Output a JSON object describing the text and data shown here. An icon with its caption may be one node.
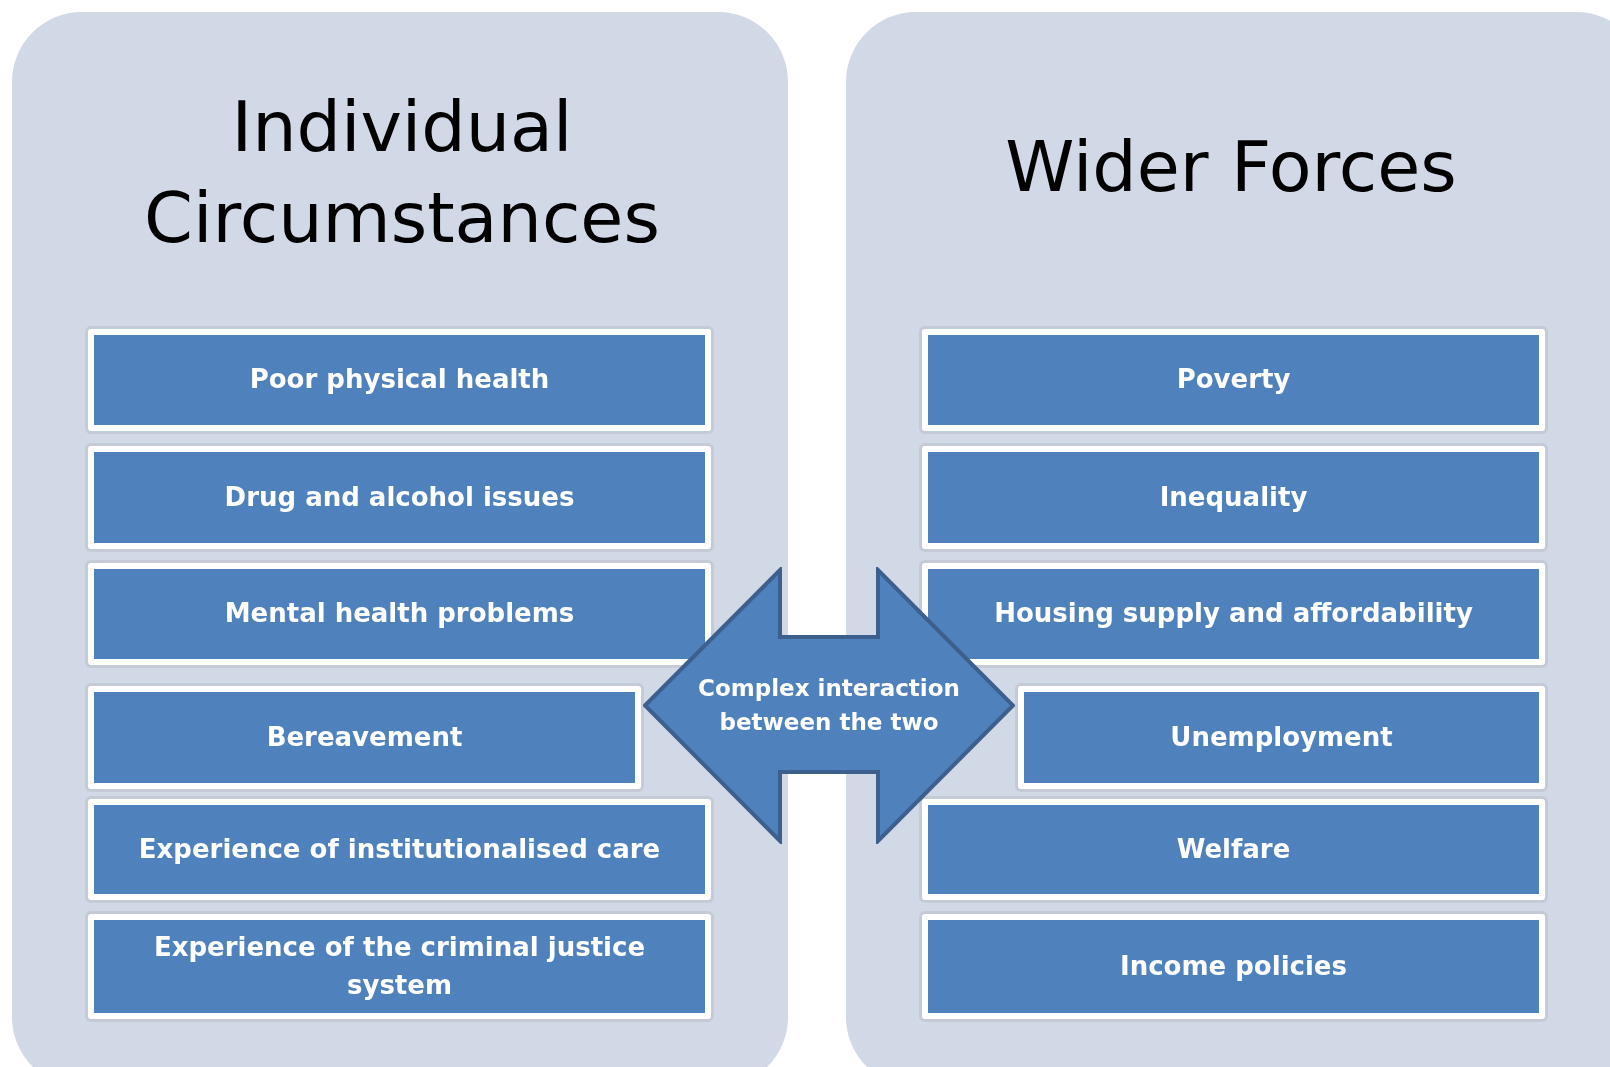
{
  "diagram": {
    "nodes": [
      {
        "text": [
          "Individual Circumstances"
        ]
      },
      {
        "text": [
          "Poor physical health"
        ],
        "in": 0
      },
      {
        "text": [
          "Drug and alcohol issues"
        ],
        "in": 0
      },
      {
        "text": [
          "Mental health problems"
        ],
        "in": 0
      },
      {
        "text": [
          "Bereavement"
        ],
        "in": 0
      },
      {
        "text": [
          "Experience of institutionalised care"
        ],
        "in": 0
      },
      {
        "text": [
          "Experience of the criminal justice system"
        ],
        "in": 0
      },
      {
        "text": [
          "Wider Forces"
        ]
      },
      {
        "text": [
          "Poverty"
        ],
        "in": 7
      },
      {
        "text": [
          "Inequality"
        ],
        "in": 7
      },
      {
        "text": [
          "Housing supply and affordability"
        ],
        "in": 7
      },
      {
        "text": [
          "Unemployment"
        ],
        "in": 7
      },
      {
        "text": [
          "Welfare"
        ],
        "in": 7
      },
      {
        "text": [
          "Income policies"
        ],
        "in": 7
      },
      {
        "text": [
          "Complex interaction between the two"
        ]
      }
    ]
  }
}
